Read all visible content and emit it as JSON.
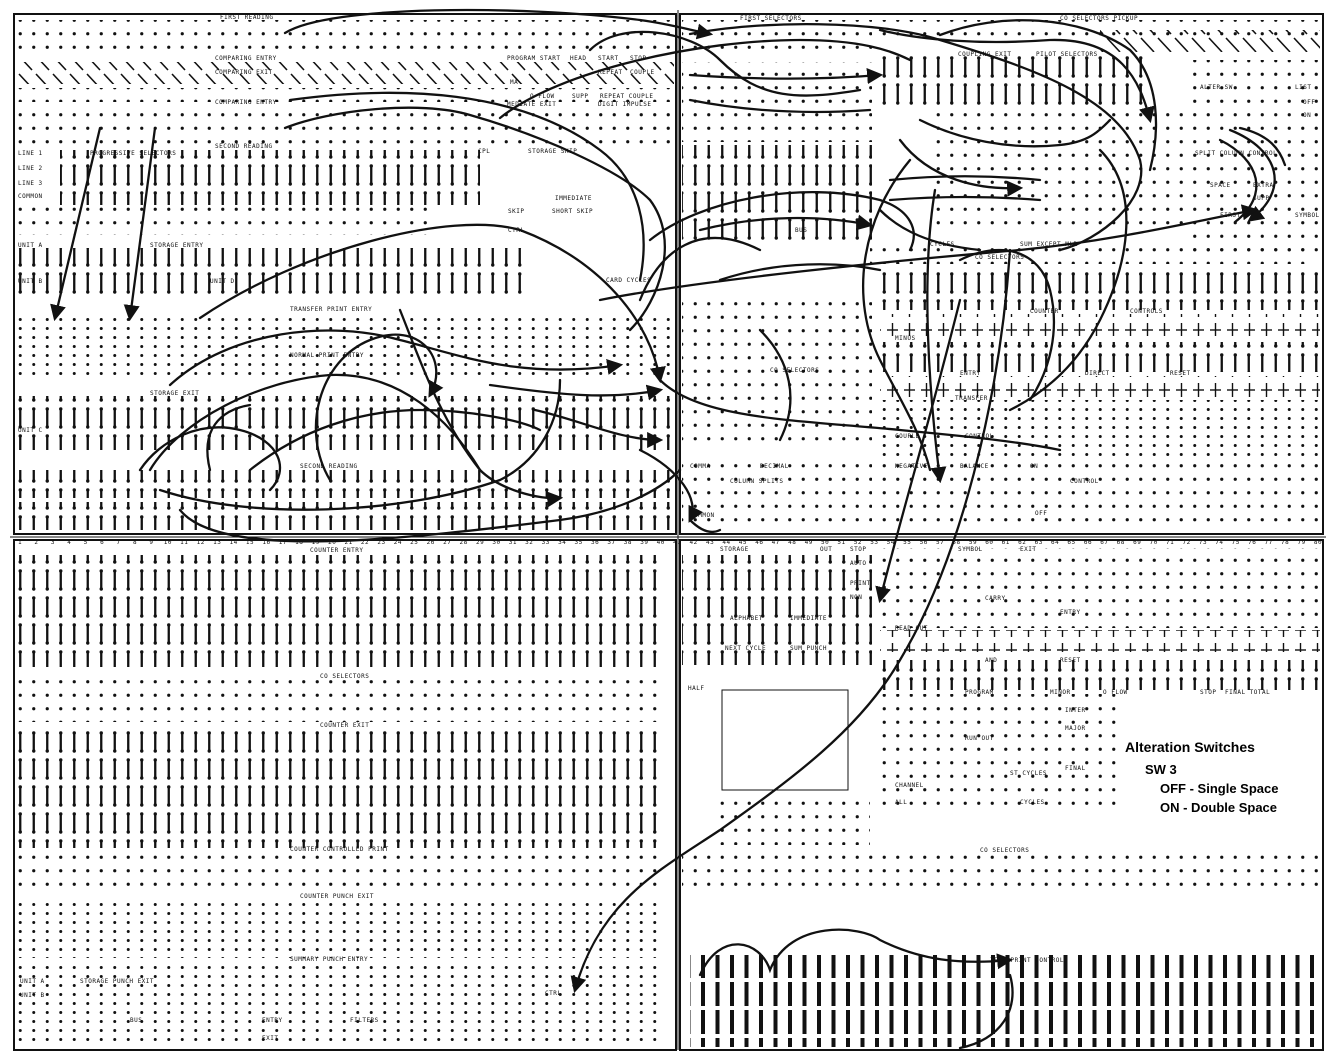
{
  "panel": {
    "labels_top_left": [
      "FIRST READING",
      "COMPARING ENTRY",
      "COMPARING EXIT",
      "COMPARING ENTRY",
      "SECOND READING",
      "PROGRESSIVE SELECTORS",
      "LINE 1",
      "LINE 2",
      "LINE 3",
      "COMMON",
      "UNIT A",
      "STORAGE ENTRY",
      "UNIT B",
      "UNIT D",
      "TRANSFER PRINT ENTRY",
      "NORMAL PRINT ENTRY",
      "STORAGE EXIT",
      "UNIT C",
      "SECOND READING"
    ],
    "labels_top_mid": [
      "PROGRAM START",
      "HEAD",
      "START",
      "STOP",
      "REPEAT",
      "COUPLE",
      "MA",
      "O FLOW",
      "SUPP",
      "REPEAT COUPLE",
      "MEDIATE EXIT",
      "DIGIT IMPULSE",
      "CPL",
      "STORAGE SKIP",
      "IMMEDIATE",
      "SHORT SKIP",
      "SKIP",
      "CTRL",
      "BUS",
      "CARD CYCLES"
    ],
    "labels_top_right": [
      "FIRST SELECTORS",
      "CO SELECTORS PICKUP",
      "COUPLING EXIT",
      "PILOT SELECTORS",
      "ALTER SW",
      "LIST",
      "OFF",
      "ON",
      "SPLIT COLUMN CONTROL",
      "SPACE",
      "EXTRA",
      "SUPP",
      "FIRST",
      "SYMBOL",
      "CYCLES",
      "SUM EXCEPT MLR",
      "CO SELECTORS",
      "COUNTER",
      "CONTROLS",
      "MINUS",
      "ENTRY",
      "DIRECT",
      "RESET",
      "TRANSFER",
      "COUPLE",
      "CONTROL",
      "NEGATIVE",
      "BALANCE",
      "ON",
      "CONTROL",
      "OFF",
      "CO SELECTORS",
      "COMMA",
      "DECIMAL",
      "COLUMN SPLITS",
      "COMMON"
    ],
    "labels_bottom_left": [
      "COUNTER ENTRY",
      "CO SELECTORS",
      "COUNTER EXIT",
      "COUNTER CONTROLLED PRINT",
      "COUNTER PUNCH EXIT",
      "SUMMARY PUNCH ENTRY",
      "UNIT A",
      "STORAGE PUNCH EXIT",
      "UNIT B",
      "BUS",
      "ENTRY",
      "FILTERS",
      "EXIT",
      "CTRL"
    ],
    "labels_bottom_right": [
      "STORAGE",
      "OUT",
      "STOP",
      "AUTO",
      "PRINT",
      "NON",
      "ALPHABET",
      "IMMEDIATE",
      "NEXT CYCLE",
      "SUM PUNCH",
      "HALF",
      "SYMBOL",
      "EXIT",
      "CARRY",
      "ENTRY",
      "READ OUT",
      "AND",
      "RESET",
      "PROGRAM",
      "MINOR",
      "O FLOW",
      "STOP",
      "FINAL TOTAL",
      "INTER",
      "MAJOR",
      "FINAL",
      "RUN OUT",
      "ST CYCLES",
      "CHANNEL",
      "ALL",
      "CYCLES",
      "CO SELECTORS",
      "ZERO PRINT CONTROL"
    ],
    "column_numbers": [
      "1",
      "2",
      "3",
      "4",
      "5",
      "6",
      "7",
      "8",
      "9",
      "10",
      "11",
      "12",
      "13",
      "14",
      "15",
      "16",
      "17",
      "18",
      "19",
      "20",
      "21",
      "22",
      "23",
      "24",
      "25",
      "26",
      "27",
      "28",
      "29",
      "30",
      "31",
      "32",
      "33",
      "34",
      "35",
      "36",
      "37",
      "38",
      "39",
      "40",
      "41",
      "42",
      "43",
      "44",
      "45",
      "46",
      "47",
      "48",
      "49",
      "50",
      "51",
      "52",
      "53",
      "54",
      "55",
      "56",
      "57",
      "58",
      "59",
      "60",
      "61",
      "62",
      "63",
      "64",
      "65",
      "66",
      "67",
      "68",
      "69",
      "70",
      "71",
      "72",
      "73",
      "74",
      "75",
      "76",
      "77",
      "78",
      "79",
      "80"
    ]
  },
  "legend": {
    "title": "Alteration Switches",
    "switch": "SW 3",
    "off_line": "OFF - Single Space",
    "on_line": "ON - Double Space"
  },
  "colors": {
    "ink": "#111111",
    "paper": "#ffffff"
  }
}
